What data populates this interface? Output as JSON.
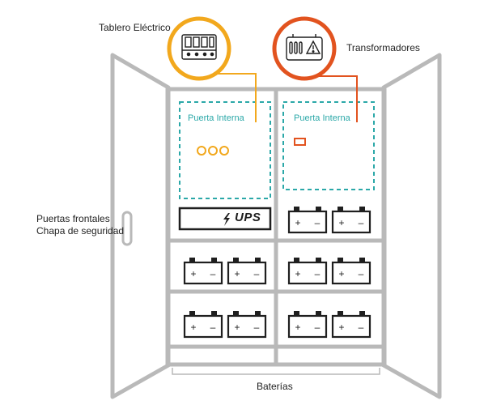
{
  "callouts": {
    "tablero": "Tablero Eléctrico",
    "transformadores": "Transformadores",
    "puertas_line1": "Puertas frontales",
    "puertas_line2": "Chapa de seguridad",
    "baterias": "Baterías"
  },
  "panels": {
    "left_inner": "Puerta Interna",
    "right_inner": "Puerta Interna"
  },
  "ups": {
    "label": "UPS"
  },
  "battery": {
    "plus": "+",
    "minus": "–"
  },
  "colors": {
    "cabinet": "#b9b9b9",
    "teal": "#2ba8a8",
    "yellow": "#f2a81d",
    "orange": "#e2531f",
    "dark": "#1f1f1f"
  },
  "icons": {
    "tablero": "breaker-panel-icon",
    "transformador": "transformer-warning-icon",
    "ups": "lightning-bolt-icon",
    "lights": "indicator-lights-icon",
    "switch": "switch-icon",
    "battery": "battery-icon"
  }
}
